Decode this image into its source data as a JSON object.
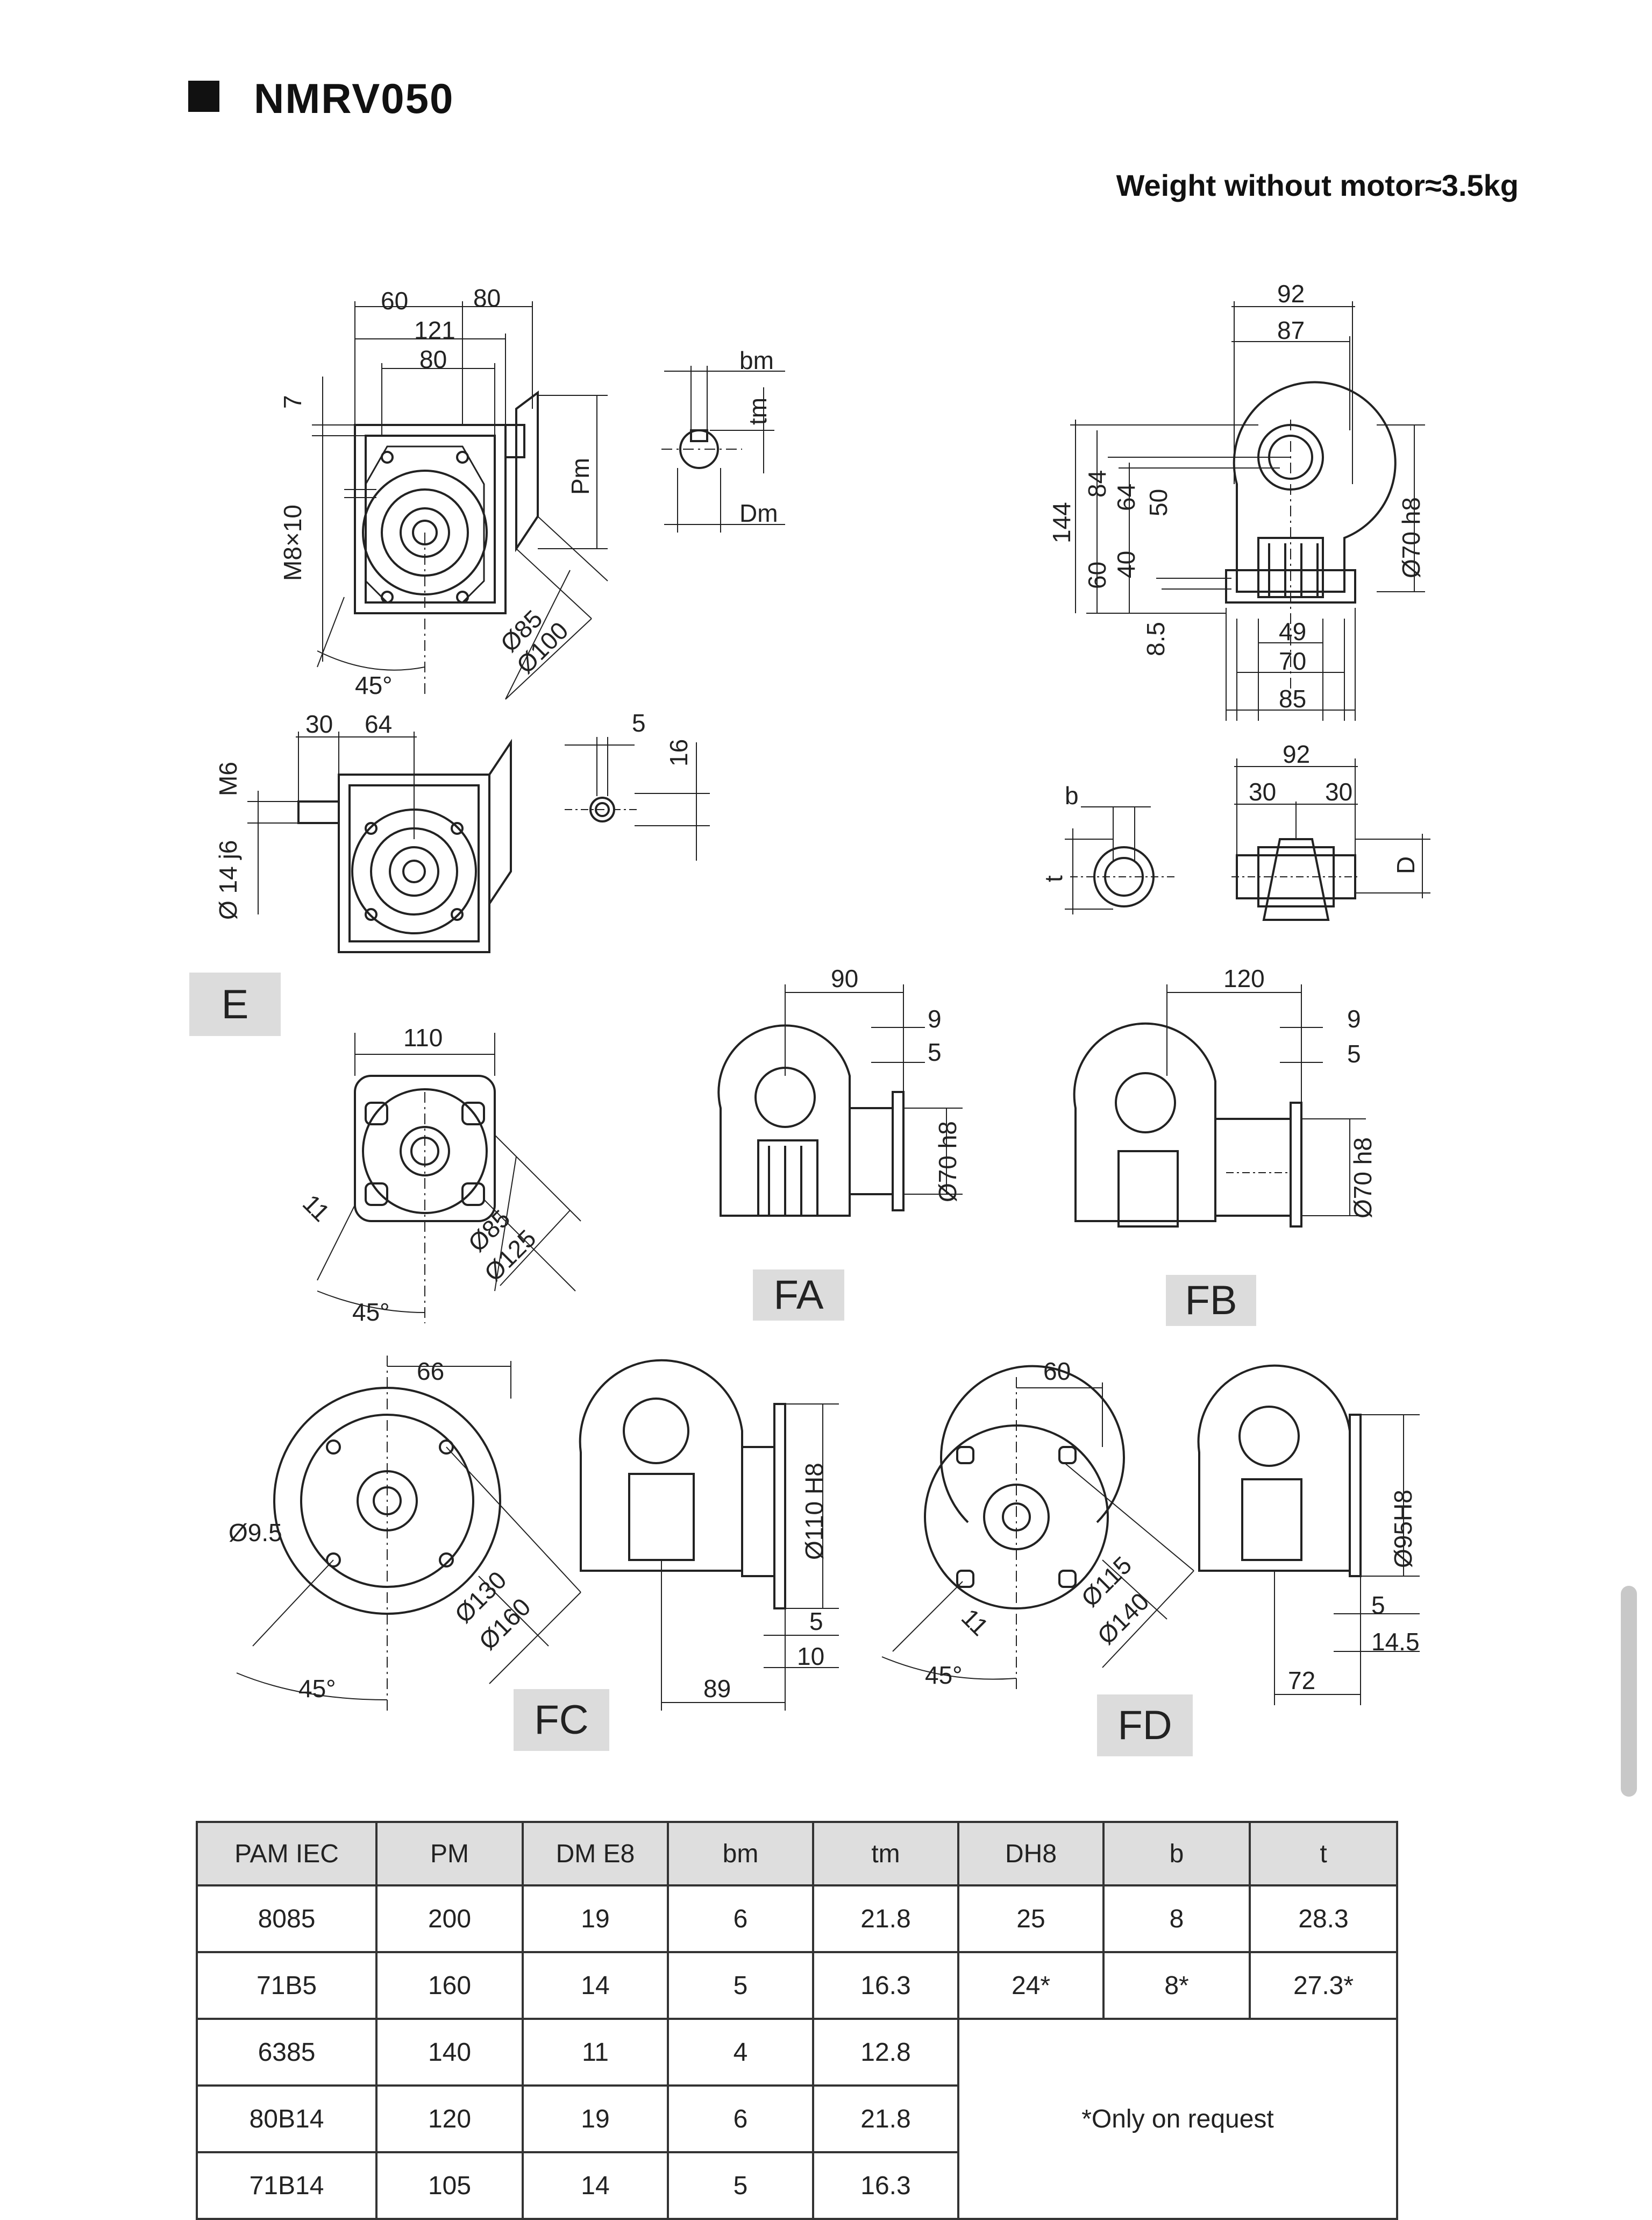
{
  "header": {
    "title": "NMRV050",
    "weight": "Weight without motor≈3.5kg"
  },
  "views": {
    "e": "E",
    "fa": "FA",
    "fb": "FB",
    "fc": "FC",
    "fd": "FD"
  },
  "dims": {
    "front_60": "60",
    "front_80top": "80",
    "front_121": "121",
    "front_80": "80",
    "front_7": "7",
    "front_m8": "M8×10",
    "front_pm": "Pm",
    "front_d85": "Ø85",
    "front_d100": "Ø100",
    "front_45": "45°",
    "key_bm": "bm",
    "key_tm": "tm",
    "key_dm": "Dm",
    "side_92": "92",
    "side_87": "87",
    "side_144": "144",
    "side_84": "84",
    "side_64": "64",
    "side_50": "50",
    "side_60": "60",
    "side_40": "40",
    "side_85": "8.5",
    "side_d70": "Ø70 h8",
    "side_49": "49",
    "side_70": "70",
    "side_85b": "85",
    "e_30": "30",
    "e_64": "64",
    "e_m6": "M6",
    "e_d14": "Ø 14 j6",
    "e_5": "5",
    "e_16": "16",
    "bore_b": "b",
    "bore_t": "t",
    "shaft_92": "92",
    "shaft_30a": "30",
    "shaft_30b": "30",
    "shaft_d": "D",
    "fl_110": "110",
    "fl_11": "11",
    "fl_d85": "Ø85",
    "fl_d125": "Ø125",
    "fl_45": "45°",
    "fa_90": "90",
    "fa_9": "9",
    "fa_5": "5",
    "fa_d70": "Ø70 h8",
    "fb_120": "120",
    "fb_9": "9",
    "fb_5": "5",
    "fb_d70": "Ø70 h8",
    "fc_66": "66",
    "fc_d95": "Ø9.5",
    "fc_d130": "Ø130",
    "fc_d160": "Ø160",
    "fc_45": "45°",
    "fc_d110": "Ø110 H8",
    "fc_5": "5",
    "fc_10": "10",
    "fc_89": "89",
    "fd_60": "60",
    "fd_11": "11",
    "fd_d115": "Ø115",
    "fd_d140": "Ø140",
    "fd_45": "45°",
    "fd_d95": "Ø95H8",
    "fd_5": "5",
    "fd_145": "14.5",
    "fd_72": "72"
  },
  "table": {
    "headers": [
      "PAM  IEC",
      "PM",
      "DM E8",
      "bm",
      "tm",
      "DH8",
      "b",
      "t"
    ],
    "rows": [
      [
        "8085",
        "200",
        "19",
        "6",
        "21.8",
        "25",
        "8",
        "28.3"
      ],
      [
        "71B5",
        "160",
        "14",
        "5",
        "16.3",
        "24*",
        "8*",
        "27.3*"
      ],
      [
        "6385",
        "140",
        "11",
        "4",
        "12.8"
      ],
      [
        "80B14",
        "120",
        "19",
        "6",
        "21.8"
      ],
      [
        "71B14",
        "105",
        "14",
        "5",
        "16.3"
      ]
    ],
    "note": "*Only on request"
  }
}
